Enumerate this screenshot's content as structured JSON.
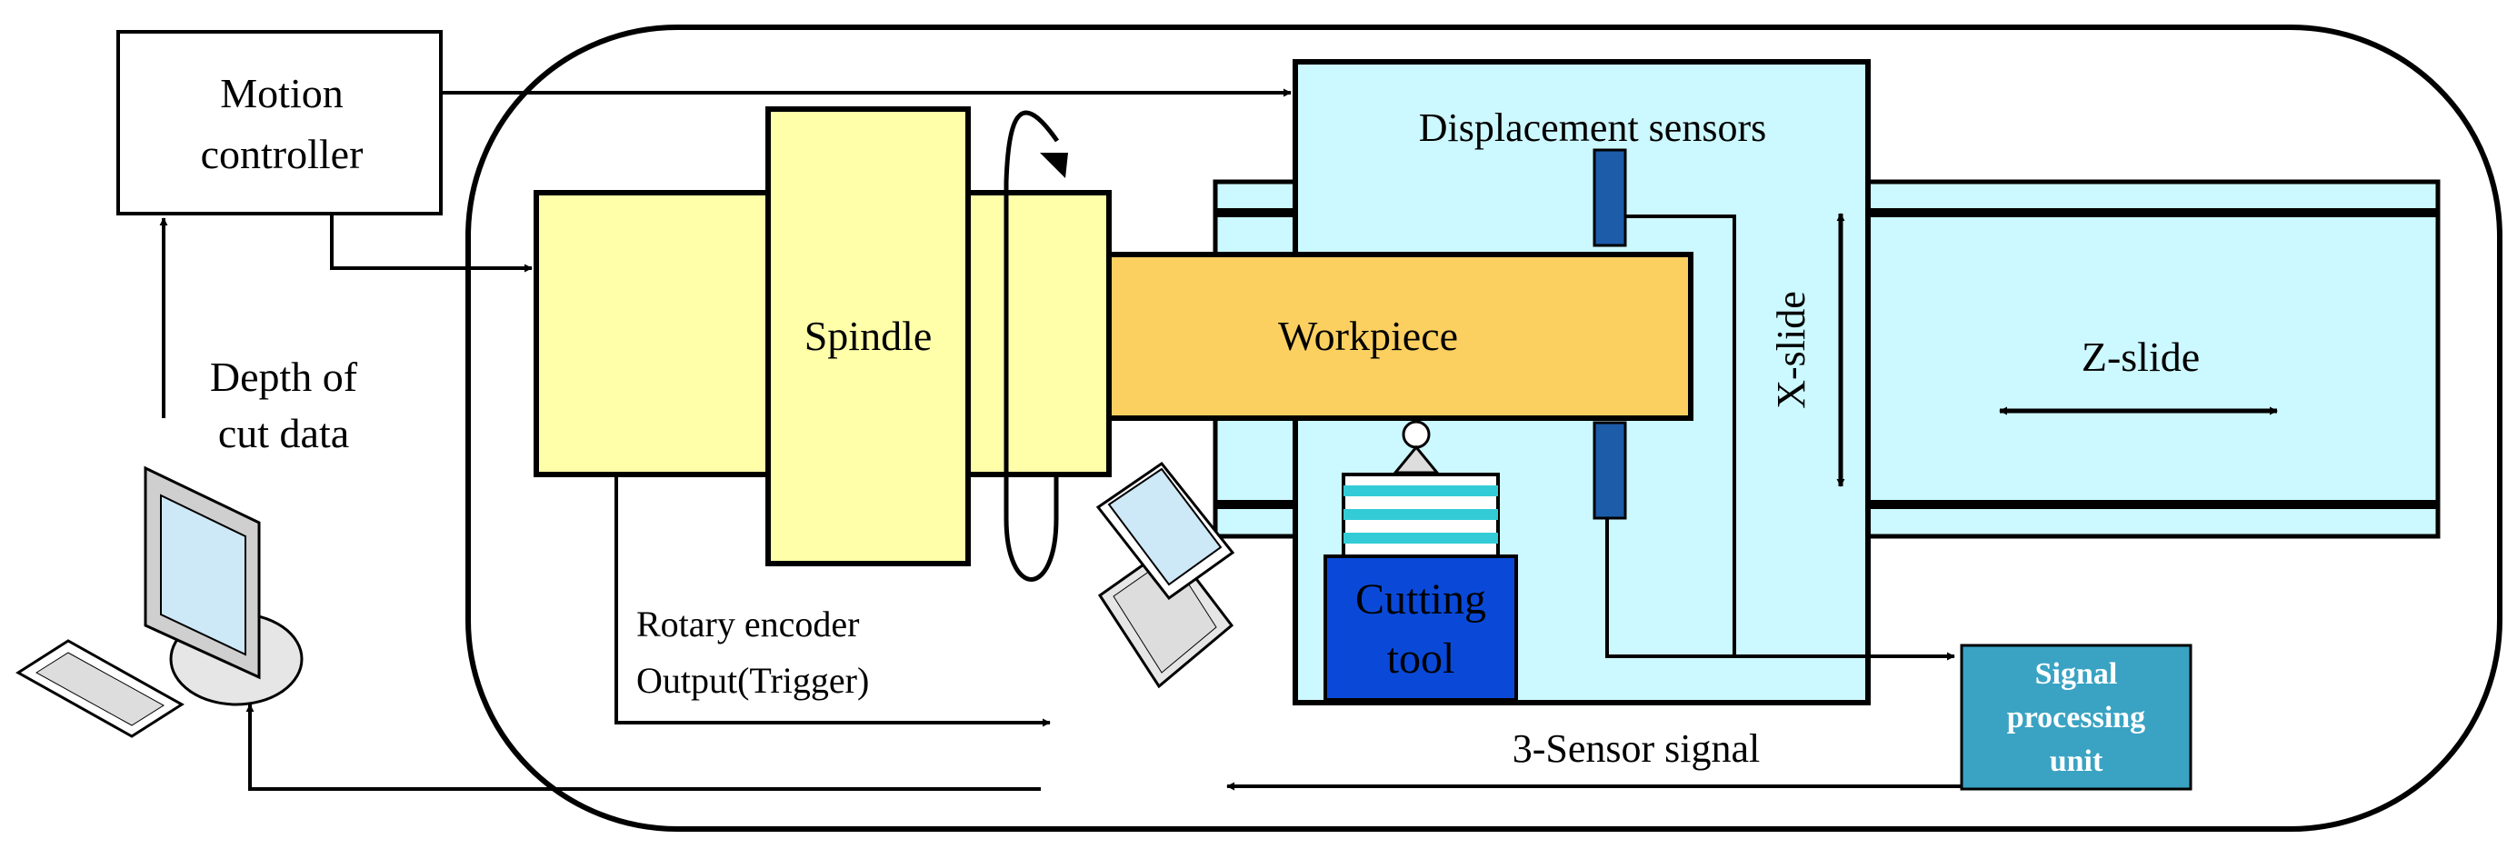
{
  "labels": {
    "motion_controller_line1": "Motion",
    "motion_controller_line2": "controller",
    "depth_line1": "Depth of",
    "depth_line2": "cut data",
    "spindle": "Spindle",
    "workpiece": "Workpiece",
    "displacement_sensors": "Displacement sensors",
    "x_slide": "X-slide",
    "z_slide": "Z-slide",
    "cutting_tool_line1": "Cutting",
    "cutting_tool_line2": "tool",
    "rotary_line1": "Rotary encoder",
    "rotary_line2": "Output(Trigger)",
    "three_sensor_signal": "3-Sensor signal",
    "signal_line1": "Signal",
    "signal_line2": "processing",
    "signal_line3": "unit"
  },
  "colors": {
    "machine_blue": "#ccf8ff",
    "spindle_yellow": "#ffffaa",
    "workpiece_orange": "#fcd060",
    "cutting_tool_blue": "#0a49d8",
    "sensor_blue": "#1d5ca8",
    "signal_unit_teal": "#3aa3c3"
  }
}
